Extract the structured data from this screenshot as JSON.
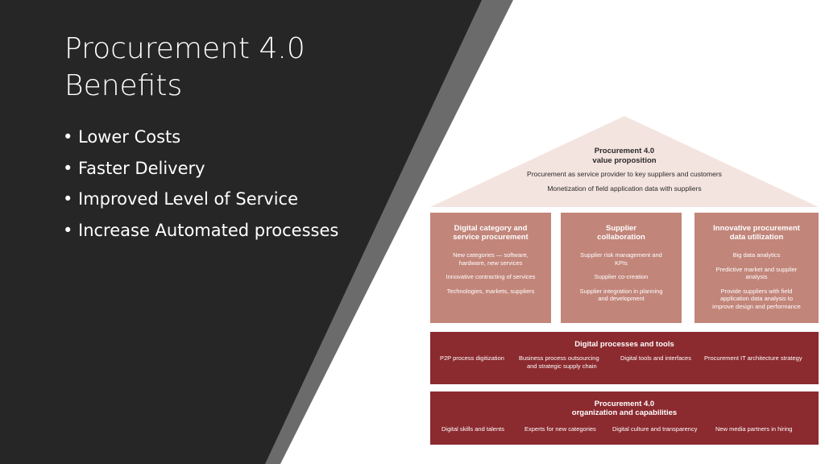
{
  "slide": {
    "title_line1": "Procurement 4.0",
    "title_line2": "Benefits",
    "bullets": [
      "Lower Costs",
      "Faster Delivery",
      "Improved Level of Service",
      "Increase Automated processes"
    ]
  },
  "colors": {
    "dark_panel": "#262626",
    "accent_stripe": "#6b6b6b",
    "roof": "#f4e4df",
    "pillar": "#c2857a",
    "band": "#8b2a2f"
  },
  "diagram": {
    "roof": {
      "title_line1": "Procurement 4.0",
      "title_line2": "value proposition",
      "lines": [
        "Procurement as service provider to key suppliers and customers",
        "Monetization of field application data with suppliers"
      ]
    },
    "pillars": [
      {
        "heading_line1": "Digital category and",
        "heading_line2": "service procurement",
        "items": [
          [
            "New categories — software,",
            "hardware, new services"
          ],
          [
            "Innovative contracting of services"
          ],
          [
            "Technologies, markets, suppliers"
          ]
        ]
      },
      {
        "heading_line1": "Supplier",
        "heading_line2": "collaboration",
        "items": [
          [
            "Supplier risk management and",
            "KPIs"
          ],
          [
            "Supplier co-creation"
          ],
          [
            "Supplier integration in planning",
            "and development"
          ]
        ]
      },
      {
        "heading_line1": "Innovative procurement",
        "heading_line2": "data utilization",
        "items": [
          [
            "Big data analytics"
          ],
          [
            "Predictive market and supplier",
            "analysis"
          ],
          [
            "Provide suppliers with field",
            "application data analysis to",
            "improve design and performance"
          ]
        ]
      }
    ],
    "process_band": {
      "title": "Digital processes and tools",
      "items": [
        [
          "P2P process digitization"
        ],
        [
          "Business process outsourcing",
          "and strategic supply chain"
        ],
        [
          "Digital tools and interfaces"
        ],
        [
          "Procurement IT architecture strategy"
        ]
      ]
    },
    "organization_band": {
      "title_line1": "Procurement 4.0",
      "title_line2": "organization and capabilities",
      "items": [
        [
          "Digital skills and talents"
        ],
        [
          "Experts for new categories"
        ],
        [
          "Digital culture and transparency"
        ],
        [
          "New media partners in hiring"
        ]
      ]
    }
  }
}
